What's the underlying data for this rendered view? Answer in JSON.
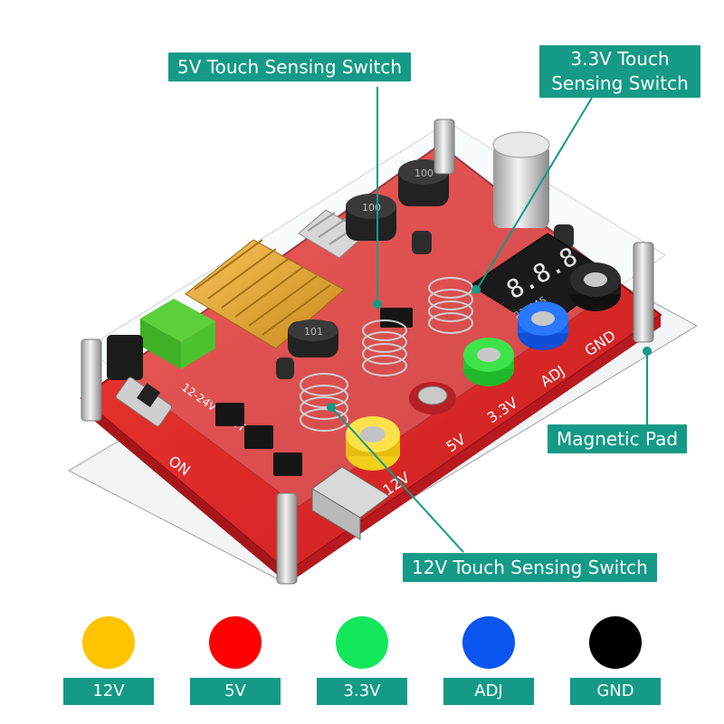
{
  "callouts": {
    "five_v_switch": "5V Touch Sensing Switch",
    "three_v3_switch": "3.3V Touch Sensing Switch",
    "magnetic_pad": "Magnetic Pad",
    "twelve_v_switch": "12V Touch Sensing Switch"
  },
  "board": {
    "display_digits": "8.8.8",
    "display_model": "2381AS",
    "input_label": "12-24V INPUT",
    "on_label": "ON",
    "terminal_labels": [
      "12V",
      "5V",
      "3.3V",
      "ADJ",
      "GND"
    ],
    "inductor_marks": [
      "100",
      "100",
      "101"
    ]
  },
  "legend": [
    {
      "label": "12V",
      "color": "#ffc400"
    },
    {
      "label": "5V",
      "color": "#ff0000"
    },
    {
      "label": "3.3V",
      "color": "#12e85a"
    },
    {
      "label": "ADJ",
      "color": "#0a55f0"
    },
    {
      "label": "GND",
      "color": "#000000"
    }
  ],
  "colors": {
    "accent": "#149a86",
    "pcb": "#e8262b"
  }
}
